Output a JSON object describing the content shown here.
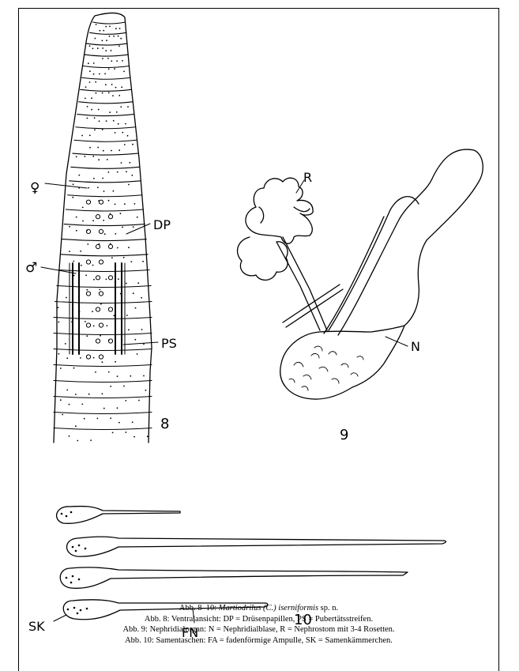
{
  "figure": {
    "labels": {
      "female_symbol": "♀",
      "male_symbol": "♂",
      "dp": "DP",
      "ps": "PS",
      "r": "R",
      "n": "N",
      "sk": "SK",
      "fn": "FN",
      "fig8_number": "8",
      "fig9_number": "9",
      "fig10_number": "10"
    },
    "caption": {
      "line1_prefix": "Abb. 8–10: ",
      "line1_taxon": "Martiodrilus (C.) iserniformis",
      "line1_suffix": " sp. n.",
      "line2": "Abb. 8: Ventralansicht: DP = Drüsenpapillen, PS = Pubertätsstreifen.",
      "line3": "Abb. 9: Nephridialorgan: N = Nephridialblase, R = Nephrostom mit 3-4 Rosetten.",
      "line4": "Abb. 10: Samentaschen: FA = fadenförmige Ampulle, SK = Samenkämmerchen."
    }
  }
}
